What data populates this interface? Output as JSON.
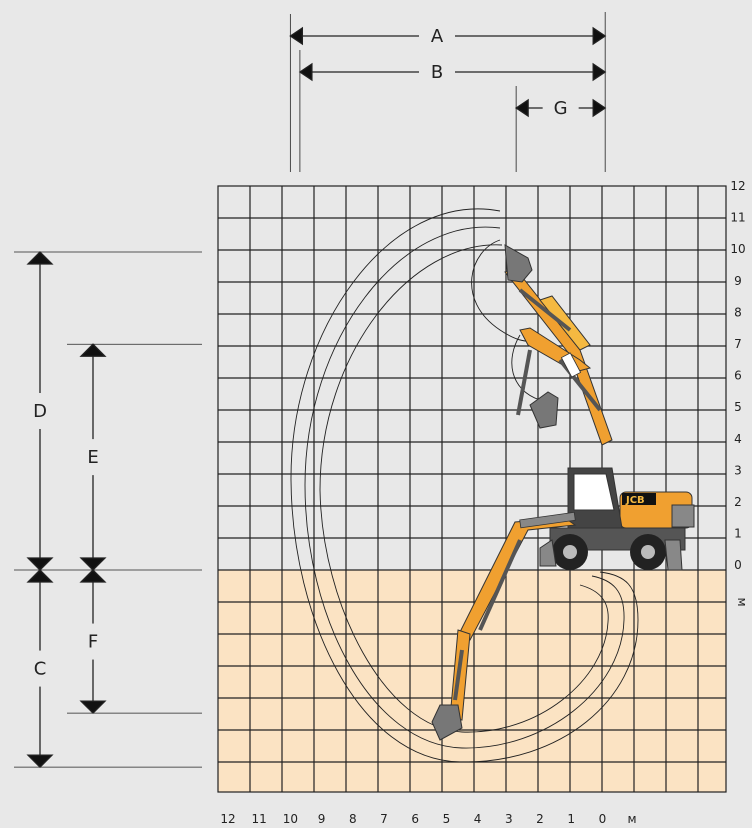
{
  "dimension_labels": [
    "A",
    "B",
    "G",
    "D",
    "E",
    "C",
    "F"
  ],
  "x_axis": {
    "ticks": [
      "12",
      "11",
      "10",
      "9",
      "8",
      "7",
      "6",
      "5",
      "4",
      "3",
      "2",
      "1",
      "0"
    ],
    "unit": "м"
  },
  "y_axis": {
    "ticks": [
      "12",
      "11",
      "10",
      "9",
      "8",
      "7",
      "6",
      "5",
      "4",
      "3",
      "2",
      "1",
      "0"
    ],
    "unit": "м"
  },
  "machine": {
    "brand": "JCB",
    "body_color": "#f0a030",
    "accent_color": "#f5b941"
  },
  "colors": {
    "background": "#e8e8e8",
    "below_ground": "#fbe3c3",
    "grid_line": "#222222"
  },
  "dimensions": {
    "A": {
      "from_x_m": 9.8,
      "to_x_m": -0.1
    },
    "B": {
      "from_x_m": 9.5,
      "to_x_m": -0.1
    },
    "G": {
      "from_x_m": 2.7,
      "to_x_m": -0.1
    },
    "D": {
      "from_y_m": 10.0,
      "to_y_m": 0.0
    },
    "E": {
      "from_y_m": 7.1,
      "to_y_m": 0.0
    },
    "C": {
      "from_y_m": 0.0,
      "to_y_m": -6.2
    },
    "F": {
      "from_y_m": 0.0,
      "to_y_m": -4.5
    }
  }
}
